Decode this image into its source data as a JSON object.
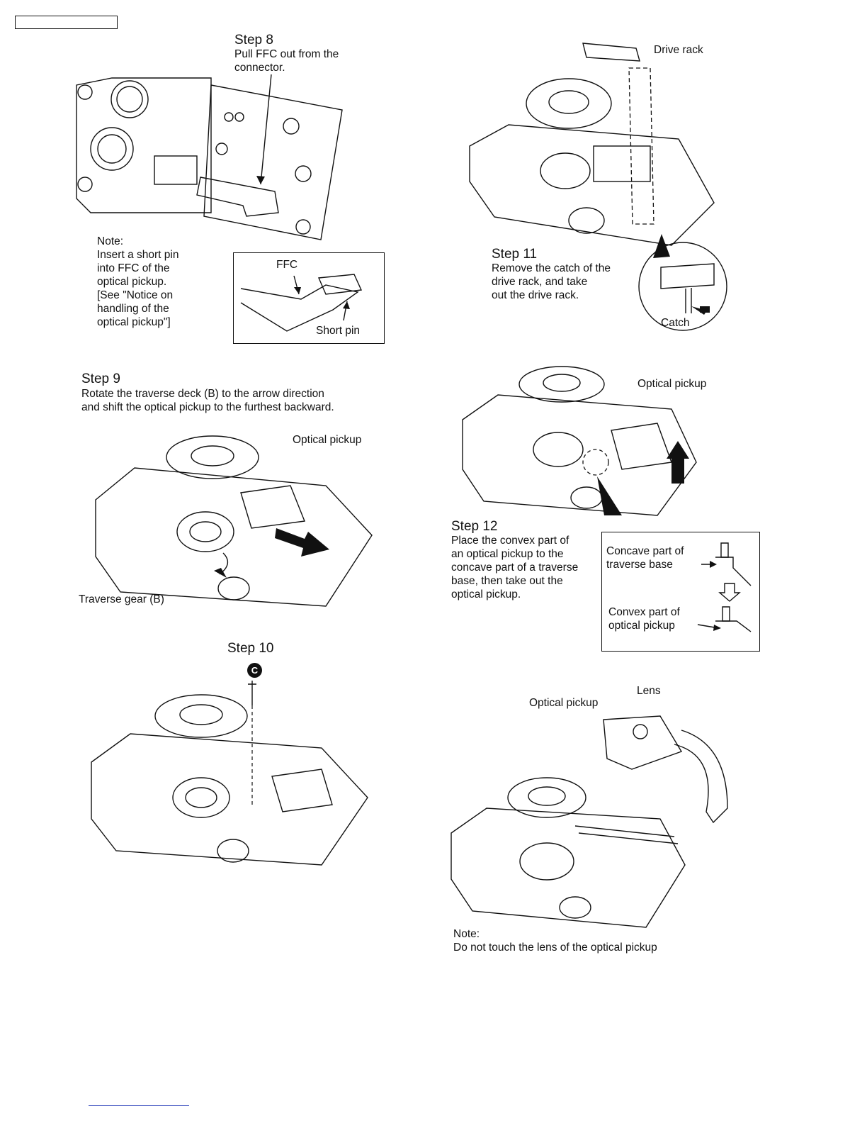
{
  "header_box": "",
  "step8": {
    "title": "Step 8",
    "text": "Pull FFC out from the\nconnector.",
    "note_title": "Note:",
    "note_text": "Insert a short pin\ninto FFC of the\noptical pickup.\n[See \"Notice on\nhandling of the\noptical pickup\"]",
    "ffc_label": "FFC",
    "short_pin_label": "Short pin"
  },
  "step9": {
    "title": "Step 9",
    "text": "Rotate the traverse deck (B) to the arrow direction\nand shift the optical pickup to the furthest backward.",
    "optical_pickup_label": "Optical pickup",
    "traverse_gear_label": "Traverse gear (B)"
  },
  "step10": {
    "title": "Step 10",
    "screw_letter": "C"
  },
  "step11": {
    "title": "Step 11",
    "text": "Remove the catch of the\ndrive rack, and take\nout the drive rack.",
    "drive_rack_label": "Drive rack",
    "catch_label": "Catch"
  },
  "step12": {
    "title": "Step 12",
    "text": "Place the convex part of\nan optical pickup to the\nconcave part of a traverse\nbase, then take out the\noptical pickup.",
    "optical_pickup_label": "Optical pickup",
    "concave_label": "Concave part of\ntraverse base",
    "convex_label": "Convex part of\noptical pickup"
  },
  "final": {
    "optical_pickup_label": "Optical pickup",
    "lens_label": "Lens",
    "note_title": "Note:",
    "note_text": "Do not touch the lens of the optical pickup"
  }
}
